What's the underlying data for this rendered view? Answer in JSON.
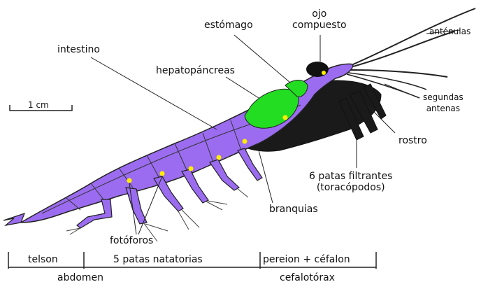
{
  "labels": {
    "intestino": "intestino",
    "estomago": "estómago",
    "ojo_compuesto_line1": "ojo",
    "ojo_compuesto_line2": "compuesto",
    "antenulas": "anténulas",
    "hepatopancreas": "hepatopáncreas",
    "segundas_antenas_line1": "segundas",
    "segundas_antenas_line2": "antenas",
    "rostro": "rostro",
    "scale": "1 cm",
    "patas_filtrantes_line1": "6 patas filtrantes",
    "patas_filtrantes_line2": "(toracópodos)",
    "branquias": "branquias",
    "fotoforos": "fotóforos"
  },
  "segments": {
    "telson": "telson",
    "patas_natatorias": "5 patas natatorias",
    "pereion_cefalon": "pereion + céfalon",
    "abdomen": "abdomen",
    "cefalotorax": "cefalotórax"
  },
  "colors": {
    "body": "#9b6cf0",
    "outline": "#222222",
    "organ": "#22dd22",
    "photophore": "#ffee00",
    "eye": "#111111",
    "legs_dark": "#1a1a1a"
  }
}
